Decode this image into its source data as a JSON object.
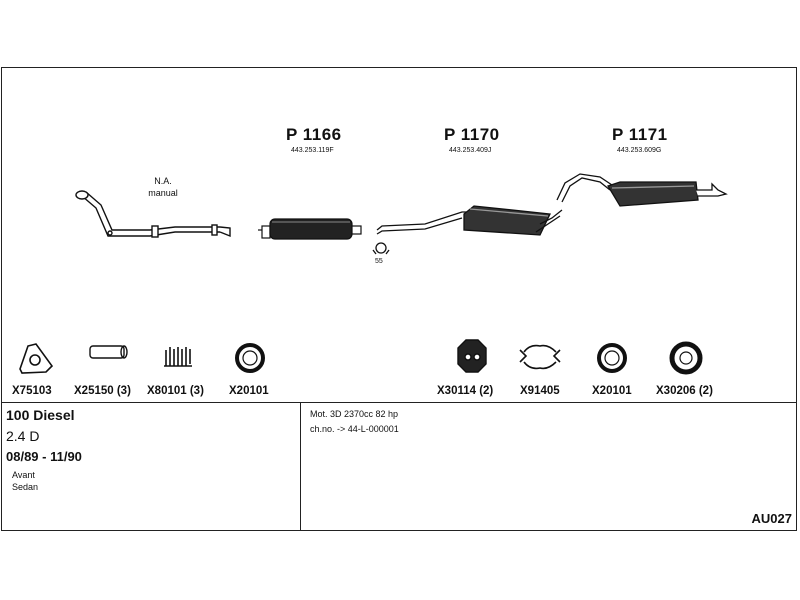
{
  "parts": [
    {
      "code": "P 1166",
      "oem": "443.253.119F"
    },
    {
      "code": "P 1170",
      "oem": "443.253.409J"
    },
    {
      "code": "P 1171",
      "oem": "443.253.609G"
    }
  ],
  "front_pipe_note": {
    "line1": "N.A.",
    "line2": "manual"
  },
  "clamp_note": "55",
  "accessories": [
    {
      "label": "X75103",
      "icon": "flange-gasket-icon"
    },
    {
      "label": "X25150 (3)",
      "icon": "sleeve-icon"
    },
    {
      "label": "X80101 (3)",
      "icon": "spring-icon"
    },
    {
      "label": "X20101",
      "icon": "ring-gasket-icon"
    },
    {
      "label": "X30114 (2)",
      "icon": "rubber-mount-icon"
    },
    {
      "label": "X91405",
      "icon": "clamp-icon"
    },
    {
      "label": "X20101",
      "icon": "ring-gasket-icon"
    },
    {
      "label": "X30206 (2)",
      "icon": "rubber-ring-icon"
    }
  ],
  "vehicle": {
    "model": "100 Diesel",
    "engine": "2.4 D",
    "period": "08/89 - 11/90",
    "body_types": [
      "Avant",
      "Sedan"
    ]
  },
  "specs": [
    "Mot. 3D 2370cc 82 hp",
    "ch.no. -> 44-L-000001"
  ],
  "reference": "AU027"
}
